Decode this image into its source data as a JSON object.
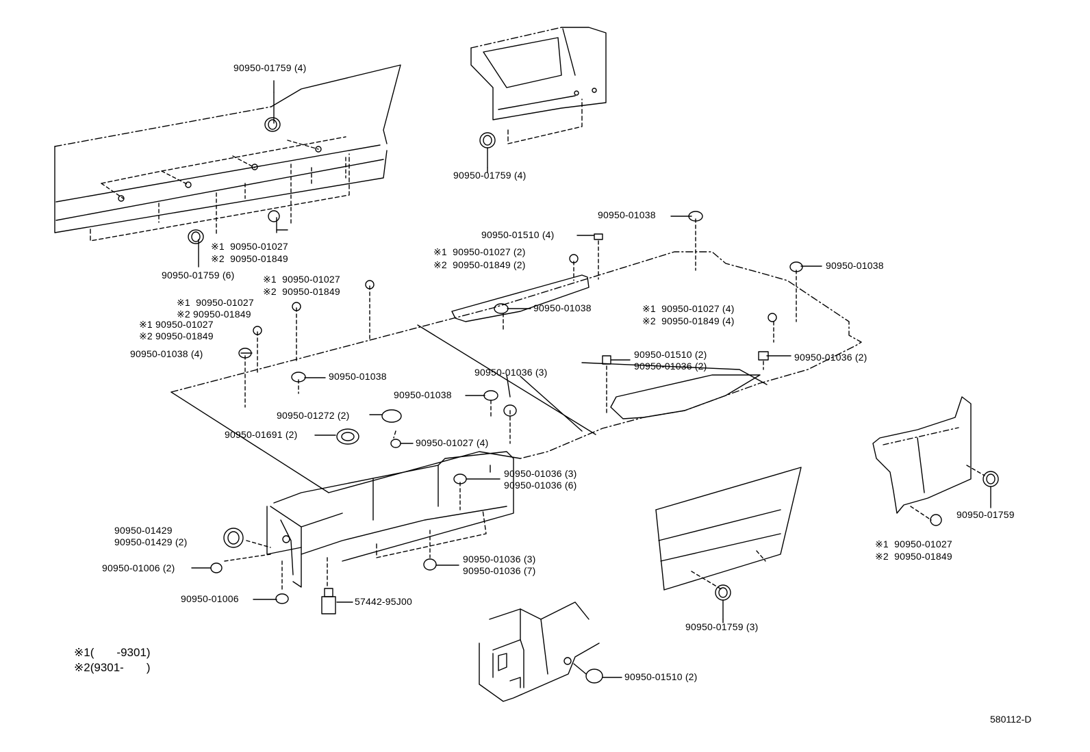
{
  "labels": [
    {
      "id": "l1",
      "text": "90950-01759 (4)"
    },
    {
      "id": "l2",
      "text": "※1  90950-01027"
    },
    {
      "id": "l3",
      "text": "※2  90950-01849"
    },
    {
      "id": "l4",
      "text": "90950-01759 (6)"
    },
    {
      "id": "l5",
      "text": "90950-01759 (4)"
    },
    {
      "id": "l6",
      "text": "90950-01038"
    },
    {
      "id": "l7",
      "text": "90950-01510 (4)"
    },
    {
      "id": "l8",
      "text": "※1  90950-01027 (2)"
    },
    {
      "id": "l9",
      "text": "※2  90950-01849 (2)"
    },
    {
      "id": "l10",
      "text": "90950-01038"
    },
    {
      "id": "l11",
      "text": "※1  90950-01027"
    },
    {
      "id": "l12",
      "text": "※2  90950-01849"
    },
    {
      "id": "l13",
      "text": "※1  90950-01027"
    },
    {
      "id": "l14",
      "text": "※2 90950-01849"
    },
    {
      "id": "l15",
      "text": "※1 90950-01027"
    },
    {
      "id": "l16",
      "text": "※2 90950-01849"
    },
    {
      "id": "l17",
      "text": "90950-01038 (4)"
    },
    {
      "id": "l18",
      "text": "90950-01038"
    },
    {
      "id": "l19",
      "text": "※1  90950-01027 (4)"
    },
    {
      "id": "l20",
      "text": "※2  90950-01849 (4)"
    },
    {
      "id": "l21",
      "text": "90950-01038"
    },
    {
      "id": "l22",
      "text": "90950-01510 (2)"
    },
    {
      "id": "l23",
      "text": "90950-01036 (2)"
    },
    {
      "id": "l24",
      "text": "90950-01036 (2)"
    },
    {
      "id": "l25",
      "text": "90950-01036 (3)"
    },
    {
      "id": "l26",
      "text": "90950-01038"
    },
    {
      "id": "l27",
      "text": "90950-01272 (2)"
    },
    {
      "id": "l28",
      "text": "90950-01691 (2)"
    },
    {
      "id": "l29",
      "text": "90950-01027 (4)"
    },
    {
      "id": "l30",
      "text": "90950-01036 (3)"
    },
    {
      "id": "l31",
      "text": "90950-01036 (6)"
    },
    {
      "id": "l32",
      "text": "90950-01429"
    },
    {
      "id": "l33",
      "text": "90950-01429 (2)"
    },
    {
      "id": "l34",
      "text": "90950-01006 (2)"
    },
    {
      "id": "l35",
      "text": "90950-01006"
    },
    {
      "id": "l36",
      "text": "57442-95J00"
    },
    {
      "id": "l37",
      "text": "90950-01036 (3)"
    },
    {
      "id": "l38",
      "text": "90950-01036 (7)"
    },
    {
      "id": "l39",
      "text": "90950-01759"
    },
    {
      "id": "l40",
      "text": "※1  90950-01027"
    },
    {
      "id": "l41",
      "text": "※2  90950-01849"
    },
    {
      "id": "l42",
      "text": "90950-01759 (3)"
    },
    {
      "id": "l43",
      "text": "90950-01510 (2)"
    }
  ],
  "notes": {
    "note1": "※1(       -9301)",
    "note2": "※2(9301-       )"
  },
  "diagram_code": "580112-D"
}
